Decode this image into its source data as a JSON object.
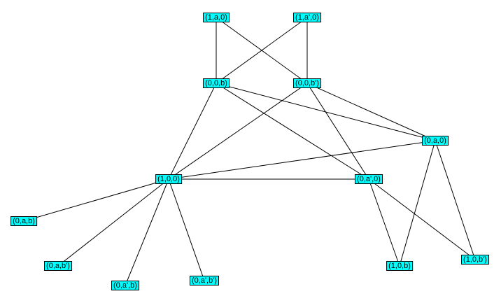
{
  "colors": {
    "node_fill": "#00ffff",
    "node_border": "#000000",
    "edge": "#000000",
    "background": "#ffffff"
  },
  "nodes": [
    {
      "id": "n1",
      "label": "(1,a,0)"
    },
    {
      "id": "n2",
      "label": "(1,a',0)"
    },
    {
      "id": "n3",
      "label": "(0,0,b)"
    },
    {
      "id": "n4",
      "label": "(0,0,b')"
    },
    {
      "id": "n5",
      "label": "(0,a,0)"
    },
    {
      "id": "n6",
      "label": "(1,0,0)"
    },
    {
      "id": "n7",
      "label": "(0,a',0)"
    },
    {
      "id": "n8",
      "label": "(0,a,b)"
    },
    {
      "id": "n9",
      "label": "(0,a,b')"
    },
    {
      "id": "n10",
      "label": "(0,a',b)"
    },
    {
      "id": "n11",
      "label": "(0,a',b')"
    },
    {
      "id": "n12",
      "label": "(1,0,b)"
    },
    {
      "id": "n13",
      "label": "(1,0,b')"
    }
  ],
  "edges": [
    [
      "n1",
      "n3"
    ],
    [
      "n1",
      "n4"
    ],
    [
      "n2",
      "n3"
    ],
    [
      "n2",
      "n4"
    ],
    [
      "n3",
      "n5"
    ],
    [
      "n3",
      "n6"
    ],
    [
      "n3",
      "n7"
    ],
    [
      "n4",
      "n5"
    ],
    [
      "n4",
      "n6"
    ],
    [
      "n4",
      "n7"
    ],
    [
      "n5",
      "n6"
    ],
    [
      "n5",
      "n12"
    ],
    [
      "n5",
      "n13"
    ],
    [
      "n6",
      "n7"
    ],
    [
      "n6",
      "n8"
    ],
    [
      "n6",
      "n9"
    ],
    [
      "n6",
      "n10"
    ],
    [
      "n6",
      "n11"
    ],
    [
      "n7",
      "n12"
    ],
    [
      "n7",
      "n13"
    ]
  ]
}
